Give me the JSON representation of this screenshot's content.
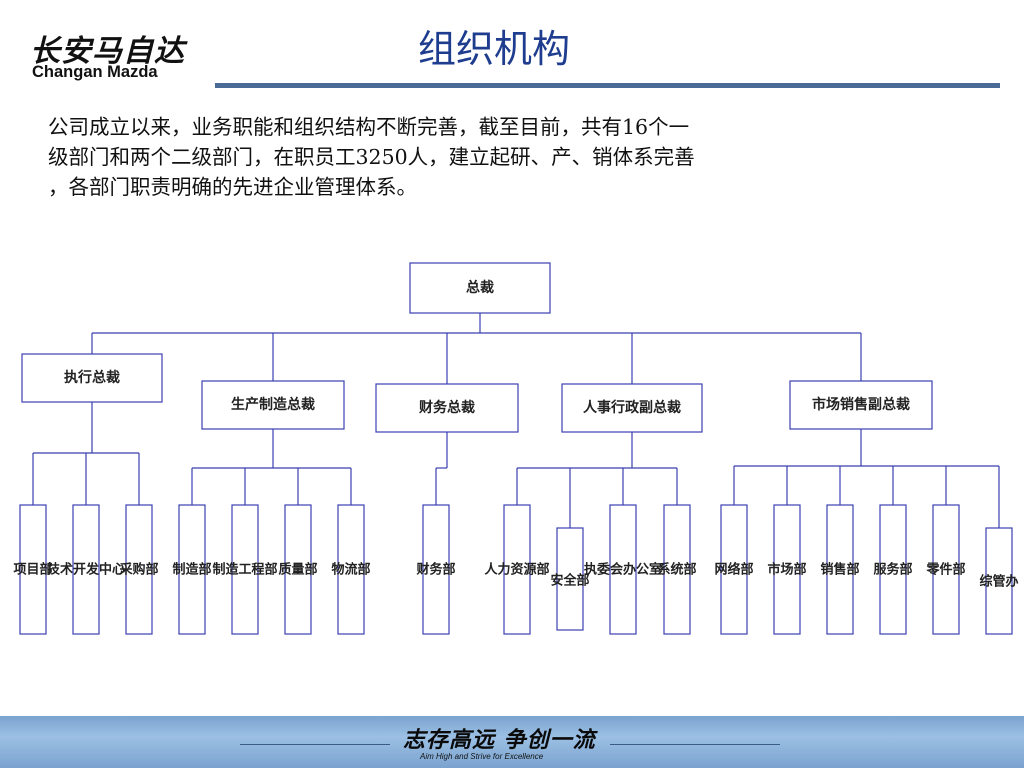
{
  "header": {
    "logo_cn": "长安马自达",
    "logo_en": "Changan Mazda",
    "title": "组织机构"
  },
  "intro": [
    "公司成立以来，业务职能和组织结构不断完善，截至目前，共有16个一",
    "级部门和两个二级部门，在职员工3250人，建立起研、产、销体系完善",
    "，各部门职责明确的先进企业管理体系。"
  ],
  "org": {
    "root": "总裁",
    "vps": [
      {
        "label": "执行总裁",
        "depts": [
          "项目部",
          "技术开发中心",
          "采购部"
        ]
      },
      {
        "label": "生产制造总裁",
        "depts": [
          "制造部",
          "制造工程部",
          "质量部",
          "物流部"
        ]
      },
      {
        "label": "财务总裁",
        "depts": [
          "财务部"
        ]
      },
      {
        "label": "人事行政副总裁",
        "depts": [
          "人力资源部",
          "安全部",
          "执委会办公室",
          "系统部"
        ]
      },
      {
        "label": "市场销售副总裁",
        "depts": [
          "网络部",
          "市场部",
          "销售部",
          "服务部",
          "零件部",
          "综管办"
        ]
      }
    ]
  },
  "footer": {
    "slogan_cn": "志存高远  争创一流",
    "slogan_en": "Aim High and Strive for Excellence"
  },
  "colors": {
    "box_border": "#3b3fb0",
    "connector": "#3b3fb0",
    "title": "#1f3d8f",
    "band": "#8fb5dd"
  }
}
